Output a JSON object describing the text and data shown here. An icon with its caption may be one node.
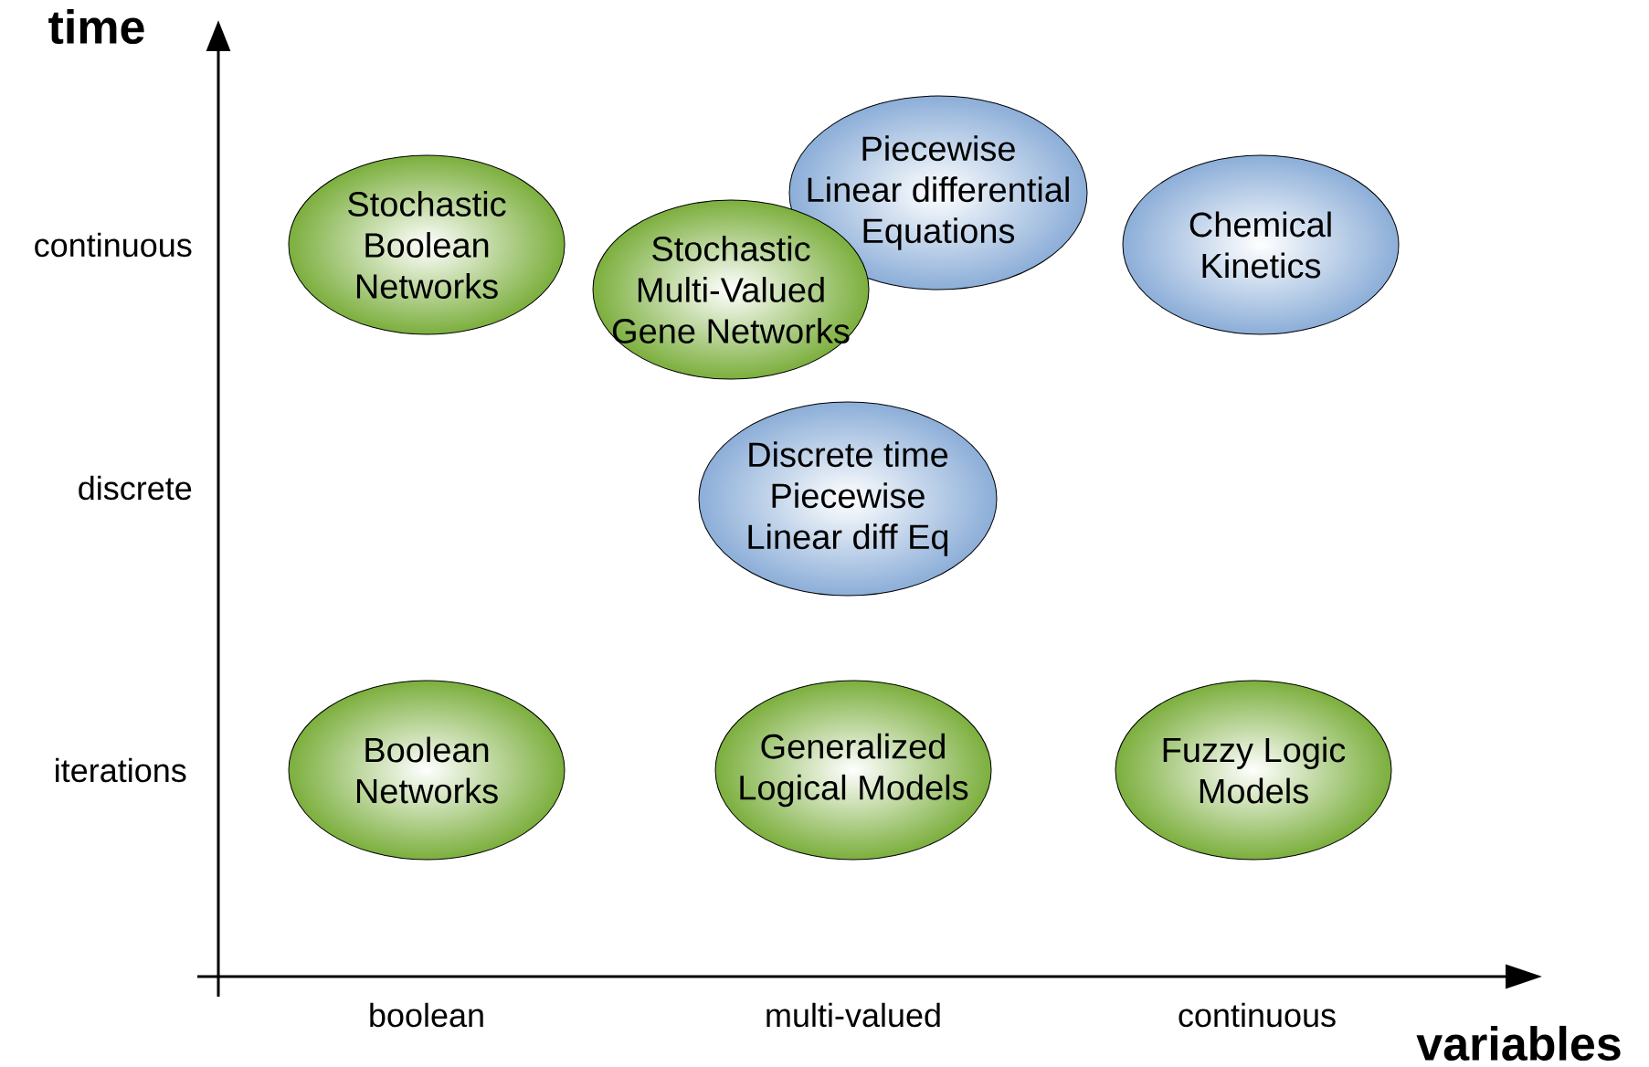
{
  "diagram": {
    "nodes": [
      {
        "text": [
          "Stochastic Boolean Networks"
        ]
      },
      {
        "text": [
          "Piecewise Linear differential Equations"
        ]
      },
      {
        "text": [
          "Stochastic Multi-Valued Gene Networks"
        ]
      },
      {
        "text": [
          "Chemical Kinetics"
        ]
      },
      {
        "text": [
          "Discrete time Piecewise Linear diff Eq"
        ]
      },
      {
        "text": [
          "Boolean Networks"
        ]
      },
      {
        "text": [
          "Generalized Logical Models"
        ]
      },
      {
        "text": [
          "Fuzzy Logic Models"
        ]
      }
    ],
    "labels": [
      "time",
      "continuous",
      "discrete",
      "iterations",
      "boolean",
      "multi-valued",
      "continuous",
      "variables"
    ]
  }
}
